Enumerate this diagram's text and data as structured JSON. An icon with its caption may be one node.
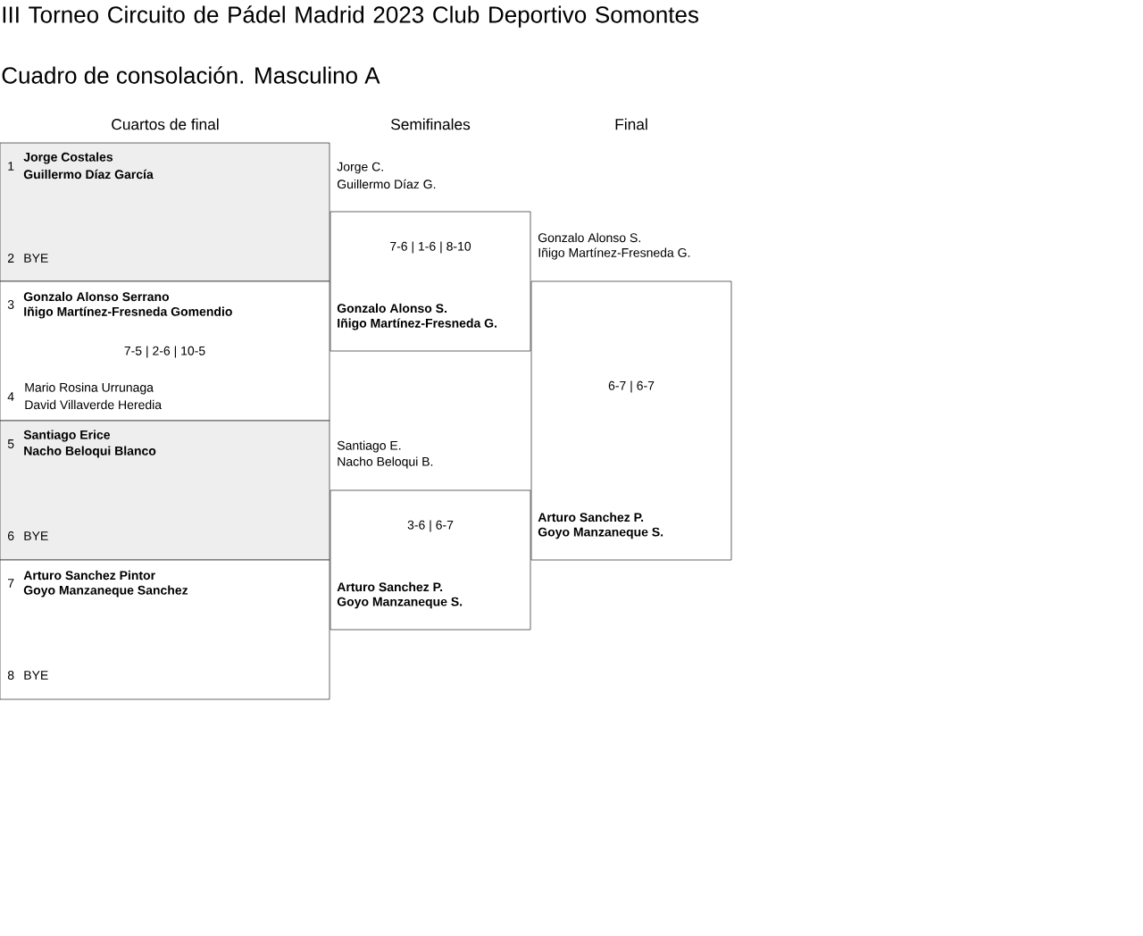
{
  "diagram": {
    "title": "III Torneo Circuito de Pádel Madrid 2023 Club Deportivo Somontes",
    "nodes": [
      {
        "text": [
          "1",
          "Jorge Costales",
          "Guillermo Díaz García",
          "2",
          "BYE"
        ]
      },
      {
        "text": [
          "3",
          "Gonzalo Alonso Serrano",
          "Iñigo Martínez-Fresneda Gomendio",
          "7-5 | 2-6 | 10-5",
          "4",
          "Mario Rosina Urrunaga",
          "David Villaverde Heredia"
        ]
      },
      {
        "text": [
          "5",
          "Santiago Erice",
          "Nacho Beloqui Blanco",
          "6",
          "BYE"
        ]
      },
      {
        "text": [
          "7",
          "Arturo Sanchez Pintor",
          "Goyo Manzaneque Sanchez",
          "8",
          "BYE"
        ]
      },
      {
        "text": [
          "7-6 | 1-6 | 8-10",
          "Gonzalo Alonso S.",
          "Iñigo Martínez-Fresneda G."
        ],
        "beside": [
          "Jorge C.",
          "Guillermo Díaz G."
        ]
      },
      {
        "text": [
          "3-6 | 6-7",
          "Arturo Sanchez P.",
          "Goyo Manzaneque S."
        ],
        "beside": [
          "Santiago E.",
          "Nacho Beloqui B."
        ]
      },
      {
        "text": [
          "6-7 | 6-7",
          "Arturo Sanchez P.",
          "Goyo Manzaneque S."
        ],
        "beside": [
          "Gonzalo Alonso S.",
          "Iñigo Martínez-Fresneda G."
        ]
      }
    ],
    "labels": [
      "Cuadro de consolación. Masculino A",
      "Cuartos de final",
      "Semifinales",
      "Final"
    ]
  }
}
